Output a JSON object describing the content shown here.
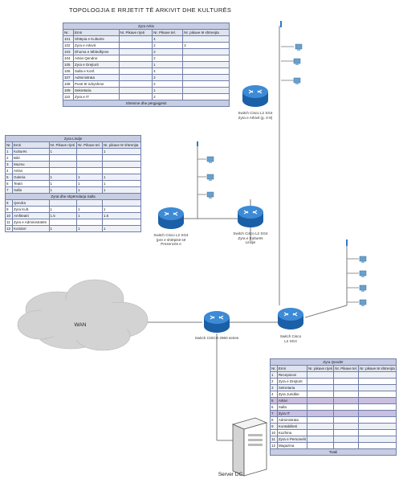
{
  "title": "TOPOLOGJIA E RRJETIT TË ARKIVIT DHE KULTURËS",
  "wan_label": "WAN",
  "server_label": "Server DC",
  "switches": {
    "top": {
      "label": "Switch Cisco L2 SG4 Zyra e Arkivit (g. 4-8)"
    },
    "left": {
      "label": "Switch Cisco L2 SG4 (pre e shtëpisë së Prezencës e"
    },
    "mid": {
      "label": "Switch Cisco L2 SG4 Zyra e Kulturës Lindje"
    },
    "bottom": {
      "label": "Switch CISCO 2960 series"
    },
    "right": {
      "label": "Switch Cisco L2 SG4"
    }
  },
  "table_top": {
    "header": "Zyra Arkiv",
    "cols": [
      "Nr.",
      "Emri",
      "Nr. Pikave rrjeti",
      "Nr. Pikave tel.",
      "Nr. pikave të shtrenjta"
    ],
    "rows": [
      [
        "101",
        "Shtëpia e Kulturës",
        "",
        "4",
        ""
      ],
      [
        "102",
        "Zyra e Arkivit",
        "",
        "2",
        "2"
      ],
      [
        "103",
        "Dhoma e Mbledhjeve",
        "",
        "2",
        ""
      ],
      [
        "104",
        "Arkivi Qendror",
        "",
        "2",
        ""
      ],
      [
        "105",
        "Zyra e Drejtorit",
        "",
        "1",
        ""
      ],
      [
        "106",
        "Salla e Konf.",
        "",
        "4",
        ""
      ],
      [
        "107",
        "Administrata",
        "",
        "2",
        ""
      ],
      [
        "108",
        "Punë të ndryshme",
        "",
        "2",
        ""
      ],
      [
        "109",
        "Sekretaria",
        "",
        "1",
        ""
      ],
      [
        "110",
        "Zyra e IT",
        "",
        "2",
        ""
      ]
    ],
    "footer": "Shënime dhe përgjegjësit"
  },
  "table_left": {
    "header": "Zyra Lindje",
    "cols": [
      "Nr.",
      "Emri",
      "Nr. Pikave rrjeti",
      "Nr. Pikave tel.",
      "Nr. pikave të shtrenjta"
    ],
    "rows": [
      [
        "1",
        "Kulturës",
        "1",
        "",
        "1"
      ],
      [
        "2",
        "Bibl.",
        "",
        "",
        ""
      ],
      [
        "3",
        "Muzeu",
        "",
        "",
        ""
      ],
      [
        "4",
        "Arkivi",
        "",
        "",
        ""
      ],
      [
        "5",
        "Galeria",
        "1",
        "1",
        "1"
      ],
      [
        "6",
        "Teatri",
        "1",
        "1",
        "1"
      ],
      [
        "7",
        "Salla",
        "1",
        "1",
        "1"
      ]
    ],
    "section": "Zyrat dhe shpërndarja Salla",
    "rows2": [
      [
        "8",
        "Qendra",
        "",
        "",
        ""
      ],
      [
        "9",
        "Zyra Kult.",
        "1",
        "1",
        "1"
      ],
      [
        "10",
        "Amfiteatri",
        "1.5",
        "1",
        "1.5"
      ],
      [
        "11",
        "Zyra e Administratës",
        "",
        "",
        ""
      ],
      [
        "12",
        "Koridori",
        "1",
        "1",
        "1"
      ]
    ]
  },
  "table_right": {
    "header": "Zyra Qendër",
    "cols": [
      "Nr.",
      "Emri",
      "Nr. pikave rrjeti",
      "Nr. Pikave tel.",
      "Nr. pikave të shtrenjta"
    ],
    "rows": [
      [
        "1",
        "Recepsioni",
        "",
        "",
        ""
      ],
      [
        "2",
        "Zyra e Drejtorit",
        "",
        "",
        ""
      ],
      [
        "3",
        "Sekretaria",
        "",
        "",
        ""
      ],
      [
        "4",
        "Zyra Juridike",
        "",
        "",
        ""
      ],
      [
        "5",
        "Arkivi",
        "",
        "",
        ""
      ],
      [
        "6",
        "Salla",
        "",
        "",
        ""
      ],
      [
        "7",
        "Zyra IT",
        "",
        "",
        ""
      ],
      [
        "8",
        "Administrata",
        "",
        "",
        ""
      ],
      [
        "9",
        "Kontabiliteti",
        "",
        "",
        ""
      ],
      [
        "10",
        "Kuzhina",
        "",
        "",
        ""
      ],
      [
        "11",
        "Zyra e Personelit",
        "",
        "",
        ""
      ],
      [
        "12",
        "Magazina",
        "",
        "",
        ""
      ]
    ],
    "footer": "Totali"
  },
  "colors": {
    "switch": "#2f7ac8",
    "switch_dark": "#1b5fa6",
    "line": "#7b7b7b",
    "device": "#6aa0cc",
    "cloud": "#cfcfcf"
  }
}
